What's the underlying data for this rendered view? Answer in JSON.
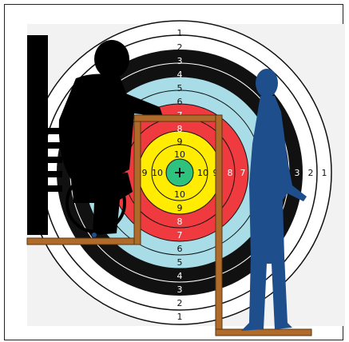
{
  "target": {
    "center_x_label": "center",
    "rings_top": [
      "1",
      "2",
      "3",
      "4",
      "5",
      "6",
      "7",
      "8",
      "9",
      "10"
    ],
    "rings_bottom": [
      "10",
      "9",
      "8",
      "7",
      "6",
      "5",
      "4",
      "3",
      "2",
      "1"
    ],
    "rings_right_visible": [
      "10",
      "9",
      "8",
      "7",
      "3",
      "2",
      "1"
    ],
    "rings_left_visible": [
      "9",
      "10"
    ],
    "colors": {
      "white": "#ffffff",
      "black": "#111111",
      "blue": "#a8dde8",
      "red": "#ef3b3f",
      "yellow": "#ffec00",
      "green": "#2ec27e",
      "frame_wood": "#b06a2a",
      "standing_person": "#1f4e8c",
      "seated_person": "#000000",
      "backdrop": "#f2f2f2"
    }
  }
}
